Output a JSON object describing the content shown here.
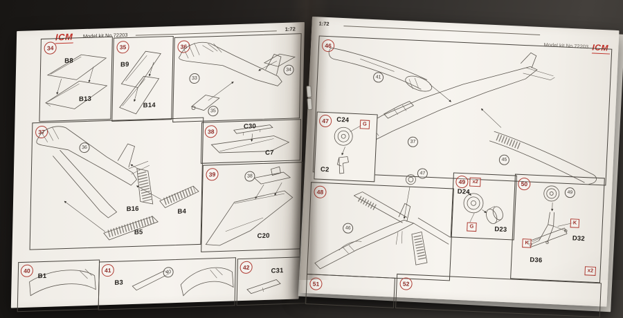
{
  "left": {
    "logo": "ICM",
    "kit": "Model kit No 72203",
    "scale": "1:72",
    "s34": {
      "num": "34",
      "top": "B8",
      "bottom": "B13"
    },
    "s35": {
      "num": "35",
      "top": "B9",
      "bottom": "B14"
    },
    "s36": {
      "num": "36",
      "r33": "33",
      "r35": "35",
      "r34": "34"
    },
    "s37": {
      "num": "37",
      "r36": "36",
      "b16": "B16",
      "b4": "B4",
      "b5": "B5"
    },
    "s38": {
      "num": "38",
      "top": "C30",
      "bottom": "C7"
    },
    "s39": {
      "num": "39",
      "r38": "38",
      "wing": "C20"
    },
    "s40": {
      "num": "40",
      "b1": "B1"
    },
    "s41": {
      "num": "41",
      "b3": "B3",
      "r40": "40"
    },
    "s42": {
      "num": "42",
      "c31": "C31"
    }
  },
  "right": {
    "scale": "1:72",
    "kit": "Model kit No 72203",
    "logo": "ICM",
    "s46": {
      "num": "46",
      "r41": "41",
      "r37": "37",
      "r45": "45"
    },
    "s47": {
      "num": "47",
      "wheel": "C24",
      "badge": "G",
      "strut": "C2"
    },
    "s48": {
      "num": "48",
      "r46": "46",
      "r47": "47"
    },
    "s49": {
      "num": "49",
      "qty": "x2",
      "d24": "D24",
      "d23": "D23",
      "badge": "G"
    },
    "s50": {
      "num": "50",
      "r49": "49",
      "k1": "K",
      "k2": "K",
      "d32": "D32",
      "d36": "D36",
      "qty": "x2"
    },
    "s51": {
      "num": "51"
    },
    "s52": {
      "num": "52"
    }
  },
  "colors": {
    "accent_red": "#ae3a31",
    "paper": "#f6f3ee",
    "line_art": "#5b564f"
  }
}
